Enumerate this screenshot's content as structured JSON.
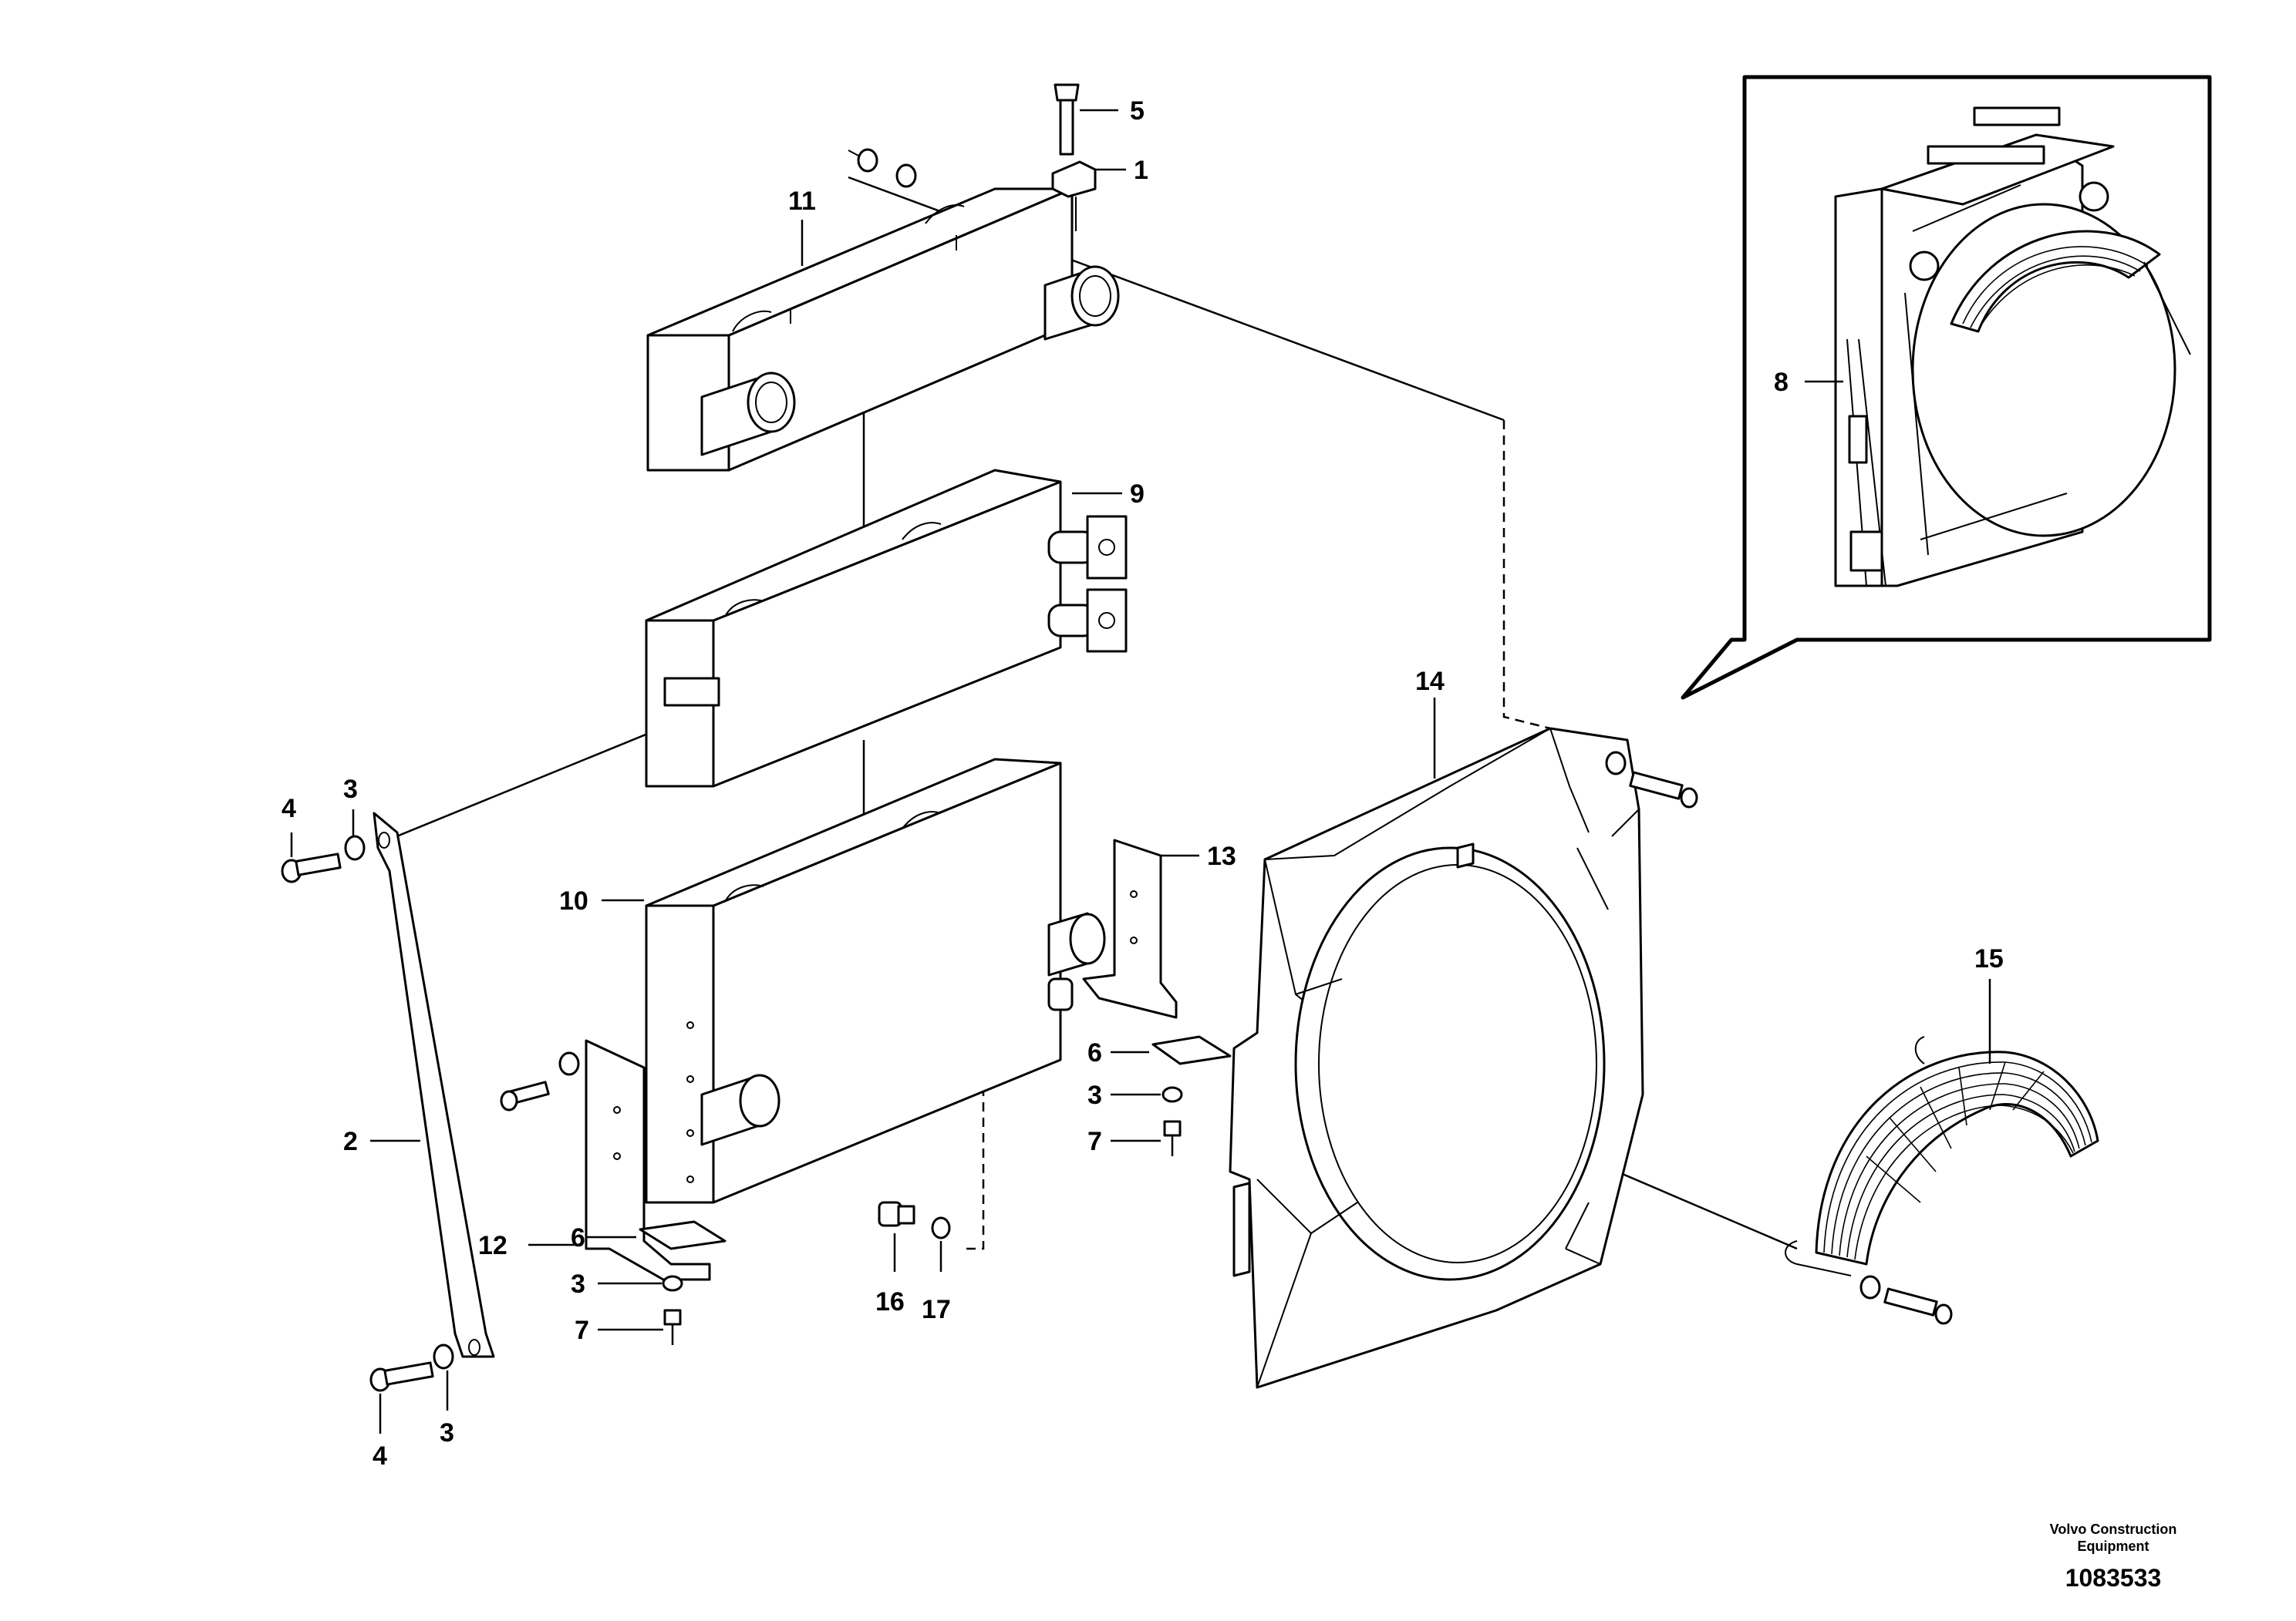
{
  "callouts": {
    "p1": "1",
    "p2": "2",
    "p3a": "3",
    "p3b": "3",
    "p3c": "3",
    "p3d": "3",
    "p4a": "4",
    "p4b": "4",
    "p5": "5",
    "p6a": "6",
    "p6b": "6",
    "p7a": "7",
    "p7b": "7",
    "p8": "8",
    "p9": "9",
    "p10": "10",
    "p11": "11",
    "p12": "12",
    "p13": "13",
    "p14": "14",
    "p15": "15",
    "p16": "16",
    "p17": "17"
  },
  "footer": {
    "brand_line1": "Volvo Construction",
    "brand_line2": "Equipment",
    "drawing_number": "1083533"
  }
}
